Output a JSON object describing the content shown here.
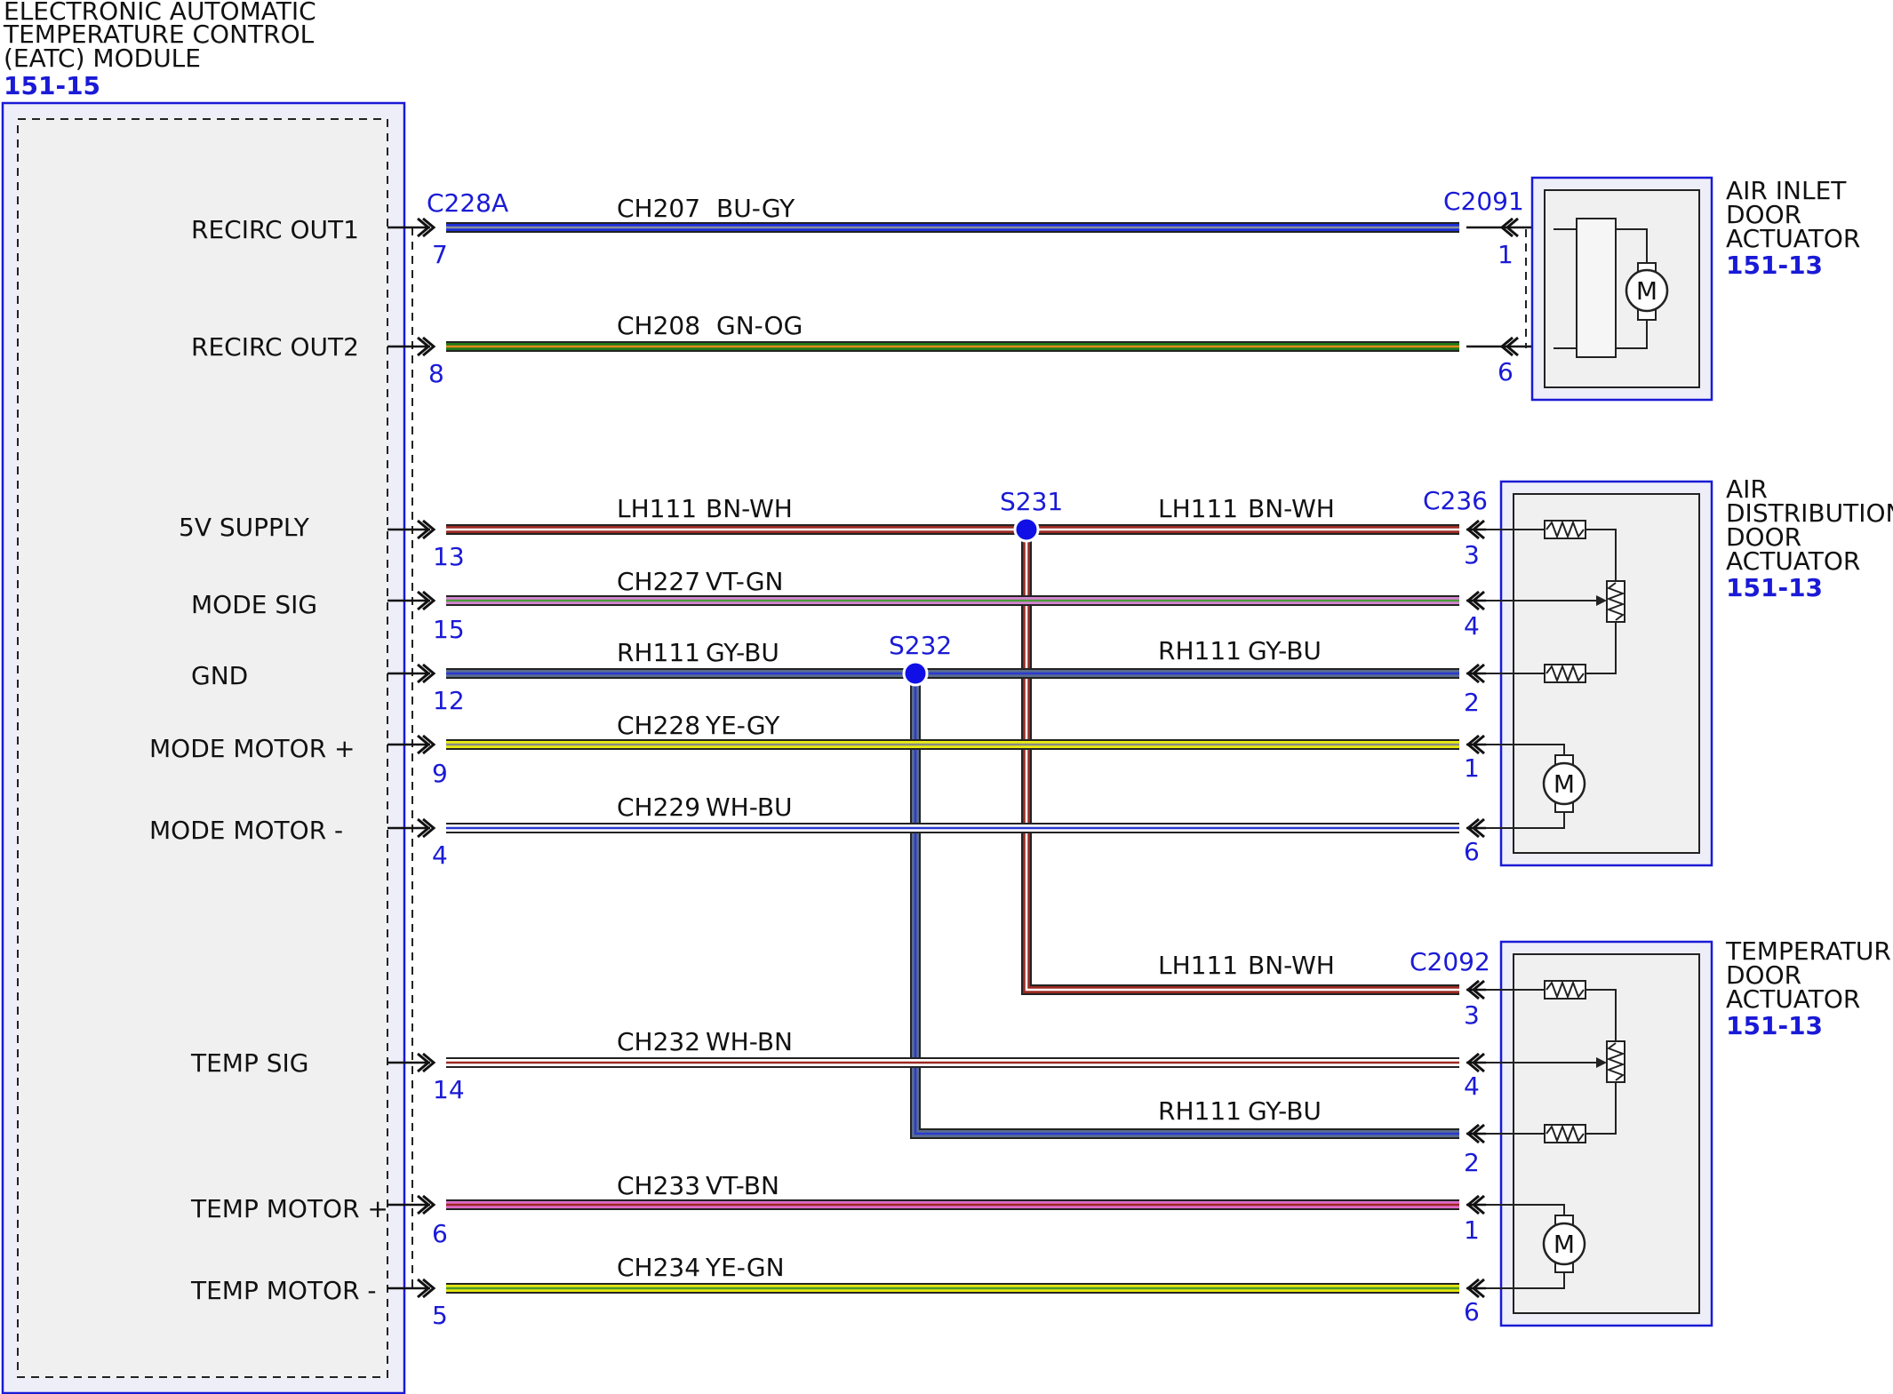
{
  "module": {
    "title_lines": [
      "ELECTRONIC AUTOMATIC",
      "TEMPERATURE CONTROL",
      "(EATC) MODULE"
    ],
    "ref": "151-15",
    "connector": "C228A",
    "pins": [
      {
        "label": "RECIRC OUT1",
        "pin": "7"
      },
      {
        "label": "RECIRC OUT2",
        "pin": "8"
      },
      {
        "label": "5V SUPPLY",
        "pin": "13"
      },
      {
        "label": "MODE SIG",
        "pin": "15"
      },
      {
        "label": "GND",
        "pin": "12"
      },
      {
        "label": "MODE MOTOR +",
        "pin": "9"
      },
      {
        "label": "MODE MOTOR -",
        "pin": "4"
      },
      {
        "label": "TEMP SIG",
        "pin": "14"
      },
      {
        "label": "TEMP MOTOR +",
        "pin": "6"
      },
      {
        "label": "TEMP MOTOR -",
        "pin": "5"
      }
    ]
  },
  "wires": [
    {
      "circuit": "CH207",
      "color_code": "BU-GY",
      "colors": [
        "#1c2fd8",
        "#8a8f9a"
      ]
    },
    {
      "circuit": "CH208",
      "color_code": "GN-OG",
      "colors": [
        "#1f7a14",
        "#e08a1a"
      ]
    },
    {
      "circuit": "LH111",
      "color_code": "BN-WH",
      "colors": [
        "#9b2a22",
        "#ffffff"
      ]
    },
    {
      "circuit": "CH227",
      "color_code": "VT-GN",
      "colors": [
        "#d684d2",
        "#4c9a3c"
      ]
    },
    {
      "circuit": "RH111",
      "color_code": "GY-BU",
      "colors": [
        "#5a6c8e",
        "#2a3ad0"
      ]
    },
    {
      "circuit": "CH228",
      "color_code": "YE-GY",
      "colors": [
        "#eaea10",
        "#8a8a8a"
      ]
    },
    {
      "circuit": "CH229",
      "color_code": "WH-BU",
      "colors": [
        "#ffffff",
        "#2a3ad0"
      ]
    },
    {
      "circuit": "CH232",
      "color_code": "WH-BN",
      "colors": [
        "#ffffff",
        "#9b2a22"
      ]
    },
    {
      "circuit": "CH233",
      "color_code": "VT-BN",
      "colors": [
        "#e06ac8",
        "#9b2a22"
      ]
    },
    {
      "circuit": "CH234",
      "color_code": "YE-GN",
      "colors": [
        "#e6e610",
        "#4a9a2a"
      ]
    }
  ],
  "splices": [
    {
      "name": "S231"
    },
    {
      "name": "S232"
    }
  ],
  "actuators": [
    {
      "name_lines": [
        "AIR INLET",
        "DOOR",
        "ACTUATOR"
      ],
      "ref": "151-13",
      "connector": "C2091",
      "pins": [
        "1",
        "6"
      ]
    },
    {
      "name_lines": [
        "AIR",
        "DISTRIBUTION",
        "DOOR",
        "ACTUATOR"
      ],
      "ref": "151-13",
      "connector": "C236",
      "pins": [
        "3",
        "4",
        "2",
        "1",
        "6"
      ]
    },
    {
      "name_lines": [
        "TEMPERATURE",
        "DOOR",
        "ACTUATOR"
      ],
      "ref": "151-13",
      "connector": "C2092",
      "pins": [
        "3",
        "4",
        "2",
        "1",
        "6"
      ]
    }
  ],
  "motor_symbol": "M",
  "accent_color": "#1a1ad6"
}
